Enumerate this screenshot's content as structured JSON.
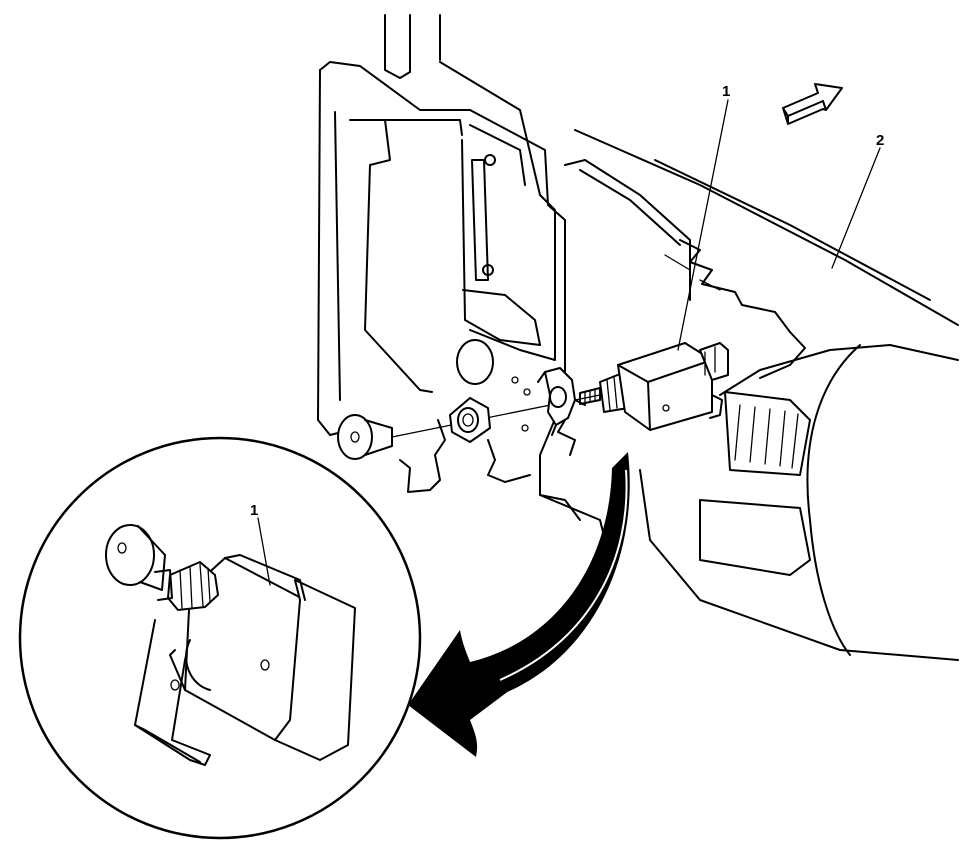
{
  "callouts": {
    "switch_main": "1",
    "dash_panel": "2",
    "switch_detail": "1"
  },
  "icons": {
    "view_direction": "view-direction-arrow-icon",
    "detail_pointer": "detail-pointer-arrow-icon"
  },
  "colors": {
    "line": "#000000",
    "background": "#ffffff"
  }
}
